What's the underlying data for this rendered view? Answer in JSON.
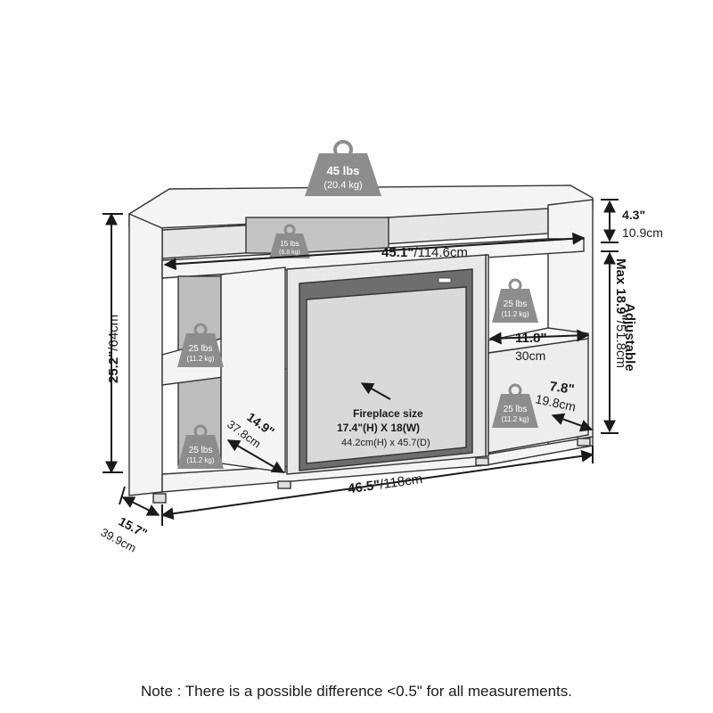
{
  "top_weight": {
    "lbs": "45 lbs",
    "kg": "(20.4 kg)"
  },
  "upper_center_weight": {
    "lbs": "15 lbs",
    "kg": "(6.8 kg)"
  },
  "right_upper_weight": {
    "lbs": "25 lbs",
    "kg": "(11.2 kg)"
  },
  "left_middle_weight": {
    "lbs": "25 lbs",
    "kg": "(11.2 kg)"
  },
  "left_bottom_weight": {
    "lbs": "25 lbs",
    "kg": "(11.2 kg)"
  },
  "right_bottom_weight": {
    "lbs": "25 lbs",
    "kg": "(11.2 kg)"
  },
  "dims": {
    "shelf_width_in": "45.1\"",
    "shelf_width_cm": "/114.6cm",
    "top_thickness_in": "4.3\"",
    "top_thickness_cm": "10.9cm",
    "adjustable_in": "Max 18.9\"",
    "adjustable_cm": "/51.8cm",
    "adjustable_label": "Adjustable",
    "height_in": "25.2\"",
    "height_cm": "/64cm",
    "right_shelf_in": "11.8\"",
    "right_shelf_cm": "30cm",
    "right_depth_in": "7.8\"",
    "right_depth_cm": "19.8cm",
    "left_depth_in": "14.9\"",
    "left_depth_cm": "37.8cm",
    "total_width_in": "46.5\"",
    "total_width_cm": "/118cm",
    "side_depth_in": "15.7\"",
    "side_depth_cm": "39.9cm"
  },
  "fireplace": {
    "title": "Fireplace size",
    "size_in": "17.4\"(H) X 18(W)",
    "size_cm": "44.2cm(H) x 45.7(D)"
  },
  "note": "Note : There is a possible difference <0.5\" for all measurements.",
  "colors": {
    "line": "#1a1a1a",
    "panel": "#f4f4f4",
    "shadow": "#b9b9b9",
    "weight": "#8d8d8d",
    "firebox": "#6e6e6e",
    "glass": "#d9d9d9"
  }
}
